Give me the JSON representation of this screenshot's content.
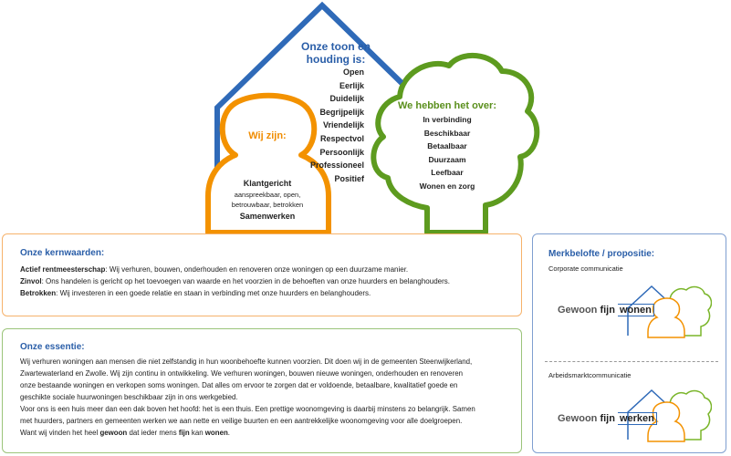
{
  "diagram": {
    "tone": {
      "title_line1": "Onze toon en",
      "title_line2": "houding is:",
      "items": [
        "Open",
        "Eerlijk",
        "Duidelijk",
        "Begrijpelijk",
        "Vriendelijk",
        "Respectvol",
        "Persoonlijk",
        "Professioneel",
        "Positief"
      ]
    },
    "wij": {
      "title": "Wij zijn:",
      "main": "Klantgericht",
      "sub_line1": "aanspreekbaar, open,",
      "sub_line2": "betrouwbaar, betrokken",
      "bottom": "Samenwerken"
    },
    "tree": {
      "title": "We hebben het over:",
      "items": [
        "In verbinding",
        "Beschikbaar",
        "Betaalbaar",
        "Duurzaam",
        "Leefbaar",
        "Wonen en zorg"
      ]
    },
    "colors": {
      "house": "#2f6ab8",
      "person": "#f39200",
      "tree": "#5d9b1f"
    }
  },
  "kernwaarden": {
    "title": "Onze kernwaarden:",
    "lines": [
      {
        "term": "Actief rentmeesterschap",
        "text": ": Wij verhuren, bouwen, onderhouden en renoveren onze woningen op een duurzame manier."
      },
      {
        "term": "Zinvol",
        "text": ": Ons handelen is gericht op het toevoegen van waarde en het voorzien in de behoeften van onze huurders en belanghouders."
      },
      {
        "term": "Betrokken",
        "text": ": Wij investeren in een goede relatie en staan in verbinding met onze huurders en belanghouders."
      }
    ]
  },
  "essentie": {
    "title": "Onze essentie:",
    "lines": [
      "Wij verhuren woningen aan mensen die niet zelfstandig in hun woonbehoefte kunnen voorzien. Dit doen wij in de gemeenten Steenwijkerland,",
      "Zwartewaterland en Zwolle. Wij zijn continu in ontwikkeling. We verhuren woningen, bouwen nieuwe woningen, onderhouden en renoveren",
      "onze bestaande woningen en verkopen soms woningen. Dat alles om ervoor te zorgen dat er voldoende, betaalbare, kwalitatief goede en",
      "geschikte sociale huurwoningen beschikbaar zijn in ons werkgebied.",
      "Voor ons is een huis meer dan een dak boven het hoofd: het is een thuis. Een prettige woonomgeving is daarbij minstens zo belangrijk. Samen",
      "met huurders, partners en gemeenten werken we aan nette en veilige buurten en een aantrekkelijke woonomgeving voor alle doelgroepen."
    ],
    "last_pre": "Want wij vinden het heel ",
    "last_b1": "gewoon",
    "last_mid1": " dat ieder mens ",
    "last_b2": "fijn",
    "last_mid2": " kan ",
    "last_b3": "wonen",
    "last_end": "."
  },
  "merk": {
    "title": "Merkbelofte / propositie:",
    "corporate": "Corporate communicatie",
    "arbeid": "Arbeidsmarktcommunicatie",
    "logo1": {
      "a": "Gewoon ",
      "b": "fijn",
      "c": "wonen"
    },
    "logo2": {
      "a": "Gewoon ",
      "b": "fijn",
      "c": "werken"
    }
  }
}
